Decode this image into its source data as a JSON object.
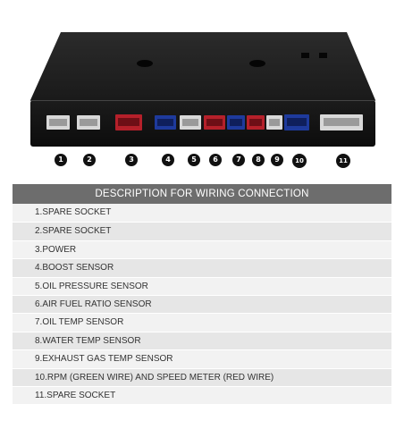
{
  "markers": [
    "1",
    "2",
    "3",
    "4",
    "5",
    "6",
    "7",
    "8",
    "9",
    "10",
    "11"
  ],
  "table": {
    "header": "DESCRIPTION FOR WIRING CONNECTION",
    "rows": [
      "1.SPARE SOCKET",
      "2.SPARE SOCKET",
      "3.POWER",
      "4.BOOST SENSOR",
      "5.OIL PRESSURE SENSOR",
      "6.AIR FUEL RATIO SENSOR",
      "7.OIL TEMP SENSOR",
      "8.WATER TEMP SENSOR",
      "9.EXHAUST GAS TEMP SENSOR",
      "10.RPM (GREEN WIRE) AND SPEED METER (RED WIRE)",
      "11.SPARE SOCKET"
    ]
  },
  "colors": {
    "header_bg": "#6d6d6d",
    "connector_white": "#d8d8d8",
    "connector_red": "#b5202a",
    "connector_blue": "#1e3a9c"
  }
}
